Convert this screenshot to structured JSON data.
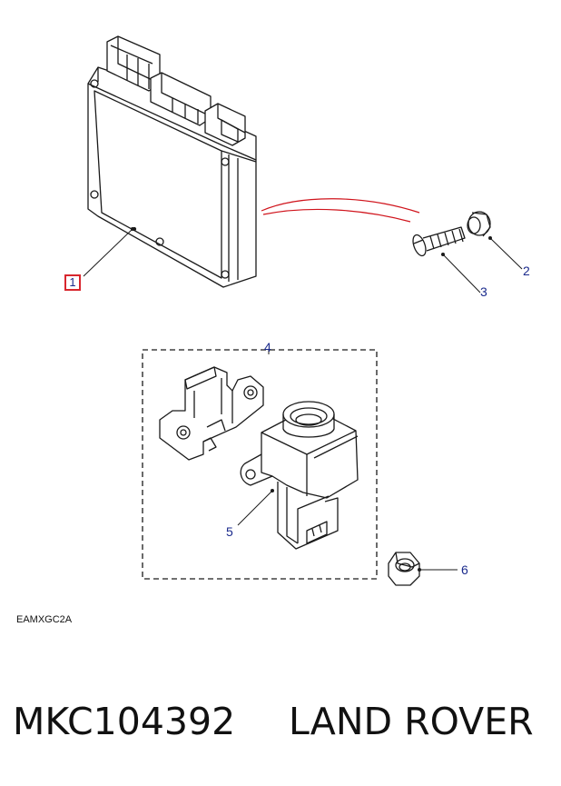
{
  "diagram": {
    "reference_code": "EAMXGC2A",
    "callouts": {
      "c1": "1",
      "c2": "2",
      "c3": "3",
      "c4": "4",
      "c5": "5",
      "c6": "6"
    },
    "colors": {
      "line": "#1a1a1a",
      "callout_text": "#1a2a8c",
      "highlight_box": "#d8262e",
      "guide_line": "#d0141c"
    }
  },
  "caption": {
    "part_number": "MKC104392",
    "brand": "LAND ROVER"
  }
}
